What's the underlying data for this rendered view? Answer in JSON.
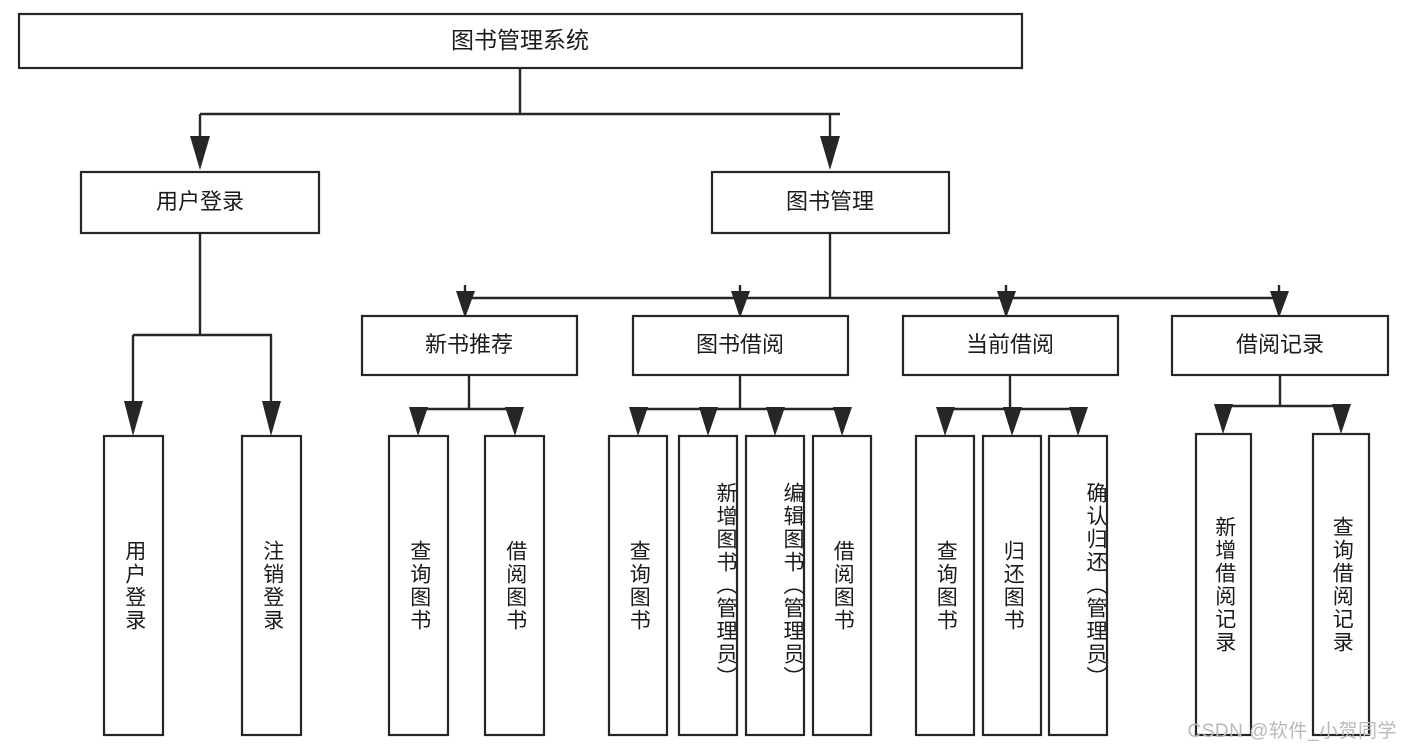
{
  "diagram": {
    "title": "图书管理系统",
    "type": "tree-hierarchy-chart",
    "root": {
      "label": "图书管理系统",
      "orientation": "horizontal"
    },
    "level2": [
      {
        "label": "用户登录"
      },
      {
        "label": "图书管理"
      }
    ],
    "level3": [
      {
        "label": "新书推荐"
      },
      {
        "label": "图书借阅"
      },
      {
        "label": "当前借阅"
      },
      {
        "label": "借阅记录"
      }
    ],
    "leaves": {
      "user_login": [
        {
          "label": "用户登录"
        },
        {
          "label": "注销登录"
        }
      ],
      "new_book_recommend": [
        {
          "label": "查询图书"
        },
        {
          "label": "借阅图书"
        }
      ],
      "book_borrow": [
        {
          "label": "查询图书"
        },
        {
          "label": "新增图书（管理员）"
        },
        {
          "label": "编辑图书（管理员）"
        },
        {
          "label": "借阅图书"
        }
      ],
      "current_borrow": [
        {
          "label": "查询图书"
        },
        {
          "label": "归还图书"
        },
        {
          "label": "确认归还（管理员）"
        }
      ],
      "borrow_record": [
        {
          "label": "新增借阅记录"
        },
        {
          "label": "查询借阅记录"
        }
      ]
    },
    "watermark": "CSDN @软件_小贺同学",
    "colors": {
      "stroke": "#262626",
      "fill": "#ffffff",
      "text": "#1b1b1b",
      "watermark": "#b9b9b9"
    }
  }
}
